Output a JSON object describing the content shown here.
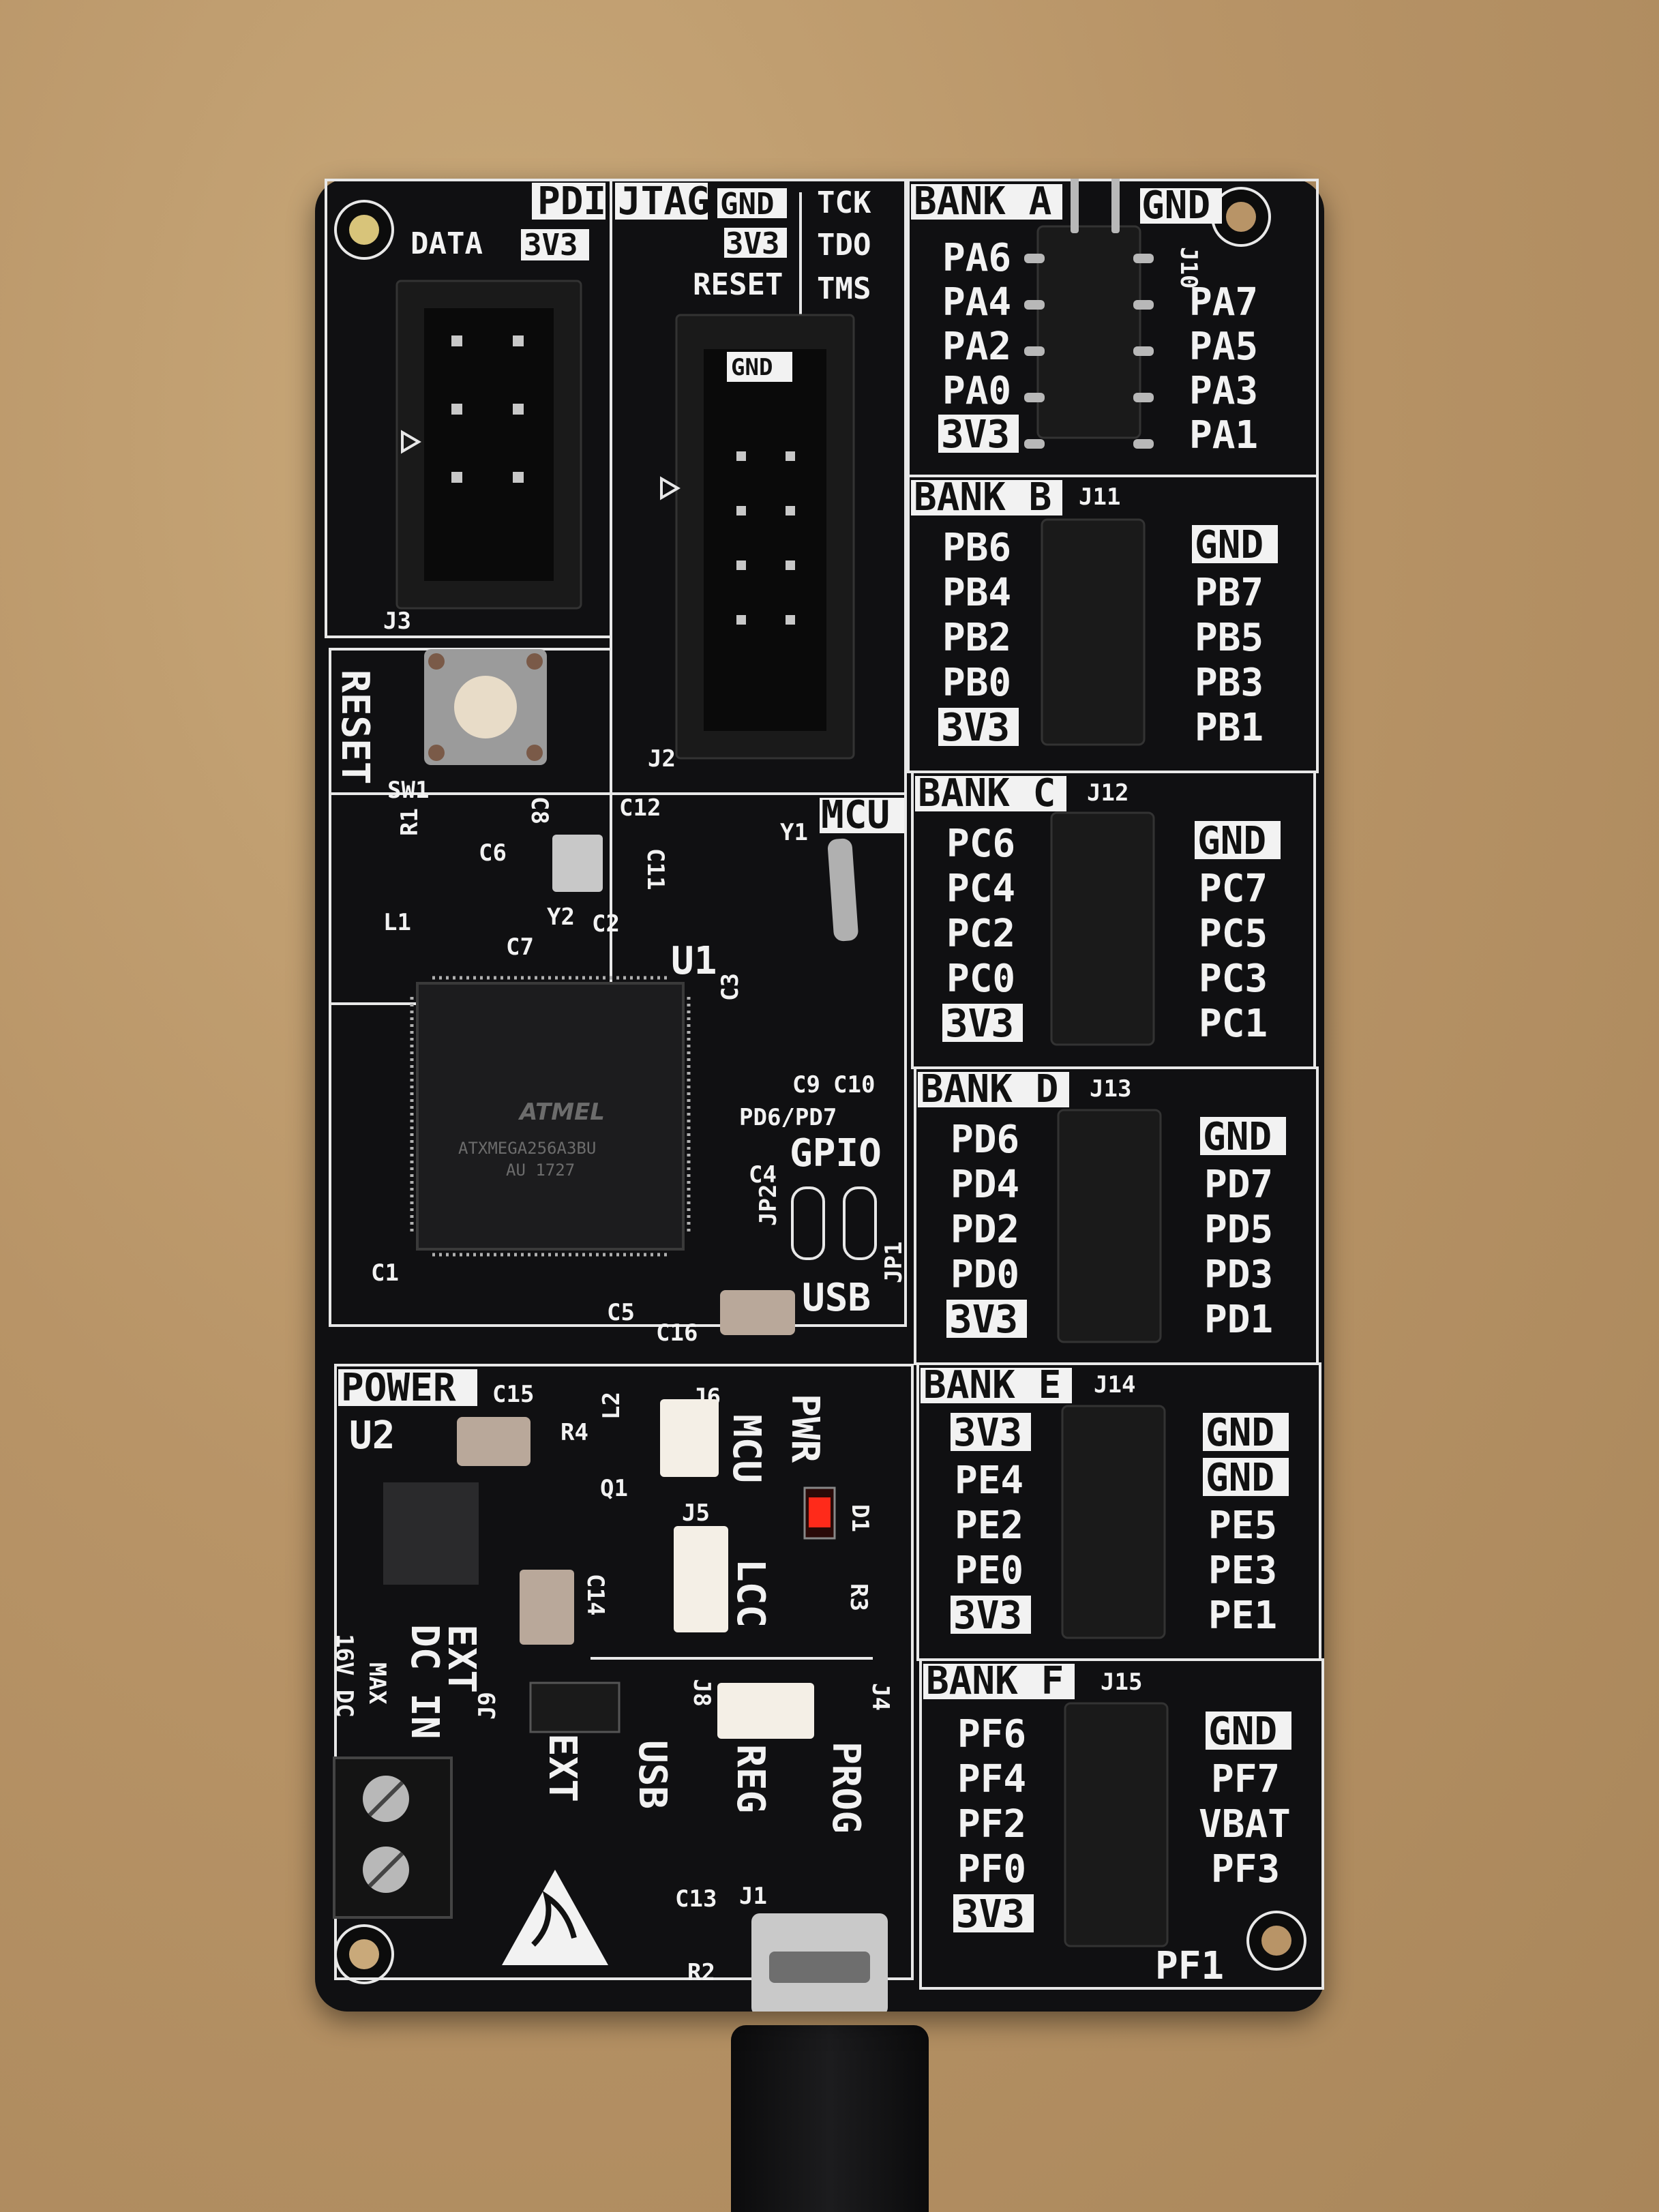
{
  "sections": {
    "pdi": "PDI",
    "jtag": "JTAG",
    "bank_a": "BANK A",
    "bank_b": "BANK B",
    "bank_c": "BANK C",
    "bank_d": "BANK D",
    "bank_e": "BANK E",
    "bank_f": "BANK F",
    "mcu": "MCU",
    "power": "POWER",
    "reset": "RESET",
    "gpio": "GPIO",
    "usb": "USB",
    "pwr": "PWR"
  },
  "pdi_labels": [
    "DATA",
    "3V3"
  ],
  "jtag_labels": {
    "gnd": "GND",
    "v33": "3V3",
    "reset": "RESET",
    "tck": "TCK",
    "tdo": "TDO",
    "tms": "TMS"
  },
  "banks": {
    "a": {
      "ref": "J10",
      "left": [
        "PA6",
        "PA4",
        "PA2",
        "PA0",
        "3V3"
      ],
      "right": [
        "GND",
        "PA7",
        "PA5",
        "PA3",
        "PA1"
      ]
    },
    "b": {
      "ref": "J11",
      "left": [
        "PB6",
        "PB4",
        "PB2",
        "PB0",
        "3V3"
      ],
      "right": [
        "GND",
        "PB7",
        "PB5",
        "PB3",
        "PB1"
      ]
    },
    "c": {
      "ref": "J12",
      "left": [
        "PC6",
        "PC4",
        "PC2",
        "PC0",
        "3V3"
      ],
      "right": [
        "GND",
        "PC7",
        "PC5",
        "PC3",
        "PC1"
      ]
    },
    "d": {
      "ref": "J13",
      "left": [
        "PD6",
        "PD4",
        "PD2",
        "PD0",
        "3V3"
      ],
      "right": [
        "GND",
        "PD7",
        "PD5",
        "PD3",
        "PD1"
      ]
    },
    "e": {
      "ref": "J14",
      "left": [
        "3V3",
        "PE4",
        "PE2",
        "PE0",
        "3V3"
      ],
      "right": [
        "GND",
        "GND",
        "PE5",
        "PE3",
        "PE1"
      ]
    },
    "f": {
      "ref": "J15",
      "left": [
        "PF6",
        "PF4",
        "PF2",
        "PF0",
        "3V3"
      ],
      "right": [
        "GND",
        "PF7",
        "VBAT",
        "PF3",
        "PF1"
      ]
    }
  },
  "refs": {
    "j3": "J3",
    "j2": "J2",
    "sw1": "SW1",
    "r1": "R1",
    "c6": "C6",
    "c8": "C8",
    "c12": "C12",
    "c11": "C11",
    "y2": "Y2",
    "y1": "Y1",
    "c2": "C2",
    "l1": "L1",
    "c7": "C7",
    "u1": "U1",
    "c3": "C3",
    "c9": "C9",
    "c10": "C10",
    "c4": "C4",
    "c1": "C1",
    "c5": "C5",
    "c16": "C16",
    "jp2": "JP2",
    "jp1": "JP1",
    "c15": "C15",
    "u2": "U2",
    "l2": "L2",
    "r4": "R4",
    "q1": "Q1",
    "j6": "J6",
    "j5": "J5",
    "d1": "D1",
    "r3": "R3",
    "c14": "C14",
    "j9": "J9",
    "j8": "J8",
    "j4": "J4",
    "c13": "C13",
    "j1": "J1",
    "r2": "R2"
  },
  "misc_labels": {
    "pd6pd7": "PD6/PD7",
    "mcu_jumper": "MCU",
    "lcc": "LCC",
    "dc_in": "DC IN",
    "ext_in": "EXT",
    "max": "MAX",
    "v16": "16V DC",
    "ext": "EXT",
    "usb_sel": "USB",
    "reg": "REG",
    "prog": "PROG"
  },
  "chip": {
    "brand": "ATMEL",
    "part": "ATXMEGA256A3BU",
    "code": "AU 1727"
  },
  "colors": {
    "pcb": "#101012",
    "silk": "#f2f2f2",
    "cardboard": "#b89467",
    "led": "#ff2a1a",
    "jumper": "#f4efe6"
  }
}
